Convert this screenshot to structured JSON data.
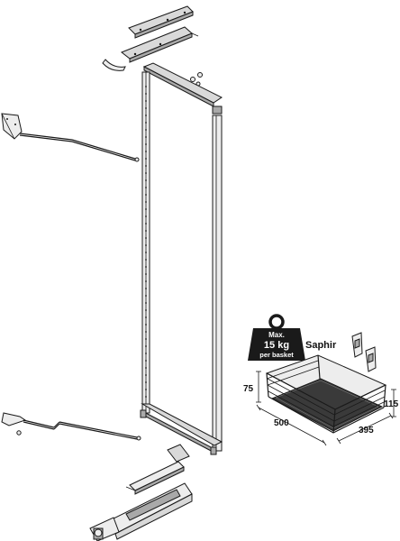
{
  "weight_badge": {
    "line1": "Max.",
    "line2": "15 kg",
    "line3": "per basket"
  },
  "basket": {
    "brand": "Saphir",
    "dim_height_left": "75",
    "dim_height_right": "115",
    "dim_width": "500",
    "dim_depth": "395"
  },
  "colors": {
    "line": "#1a1a1a",
    "part_fill": "#d9d9d9",
    "badge_fill": "#1a1a1a"
  }
}
